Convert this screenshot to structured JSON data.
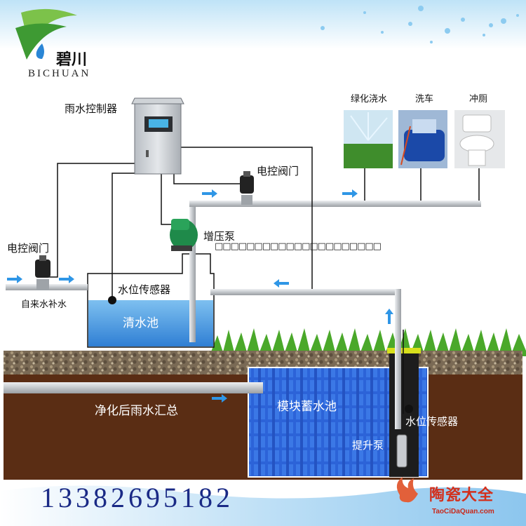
{
  "logo": {
    "name_cn": "碧川",
    "name_en": "BICHUAN"
  },
  "labels": {
    "controller": "雨水控制器",
    "valve_top": "电控阀门",
    "valve_left": "电控阀门",
    "tap_water": "自来水补水",
    "booster_pump": "增压泵",
    "level_sensor_top": "水位传感器",
    "clean_pool": "清水池",
    "rain_inflow": "净化后雨水汇总",
    "storage_pool": "模块蓄水池",
    "level_sensor_bottom": "水位传感器",
    "lift_pump": "提升泵",
    "garbled": "□□□□□□□□□□□□□□□□□□□□□"
  },
  "uses": {
    "greening": "绿化浇水",
    "car_wash": "洗车",
    "toilet": "冲厕"
  },
  "phone": "13382695182",
  "watermark": {
    "cn": "陶瓷大全",
    "url": "TaoCiDaQuan.com"
  },
  "colors": {
    "pipe": "#c7cbcf",
    "clean_water": "#3f8fe0",
    "storage_blue": "#2c63d8",
    "arrow": "#2f96e6",
    "soil": "#5a2d14",
    "grass": "#4aa82a"
  }
}
